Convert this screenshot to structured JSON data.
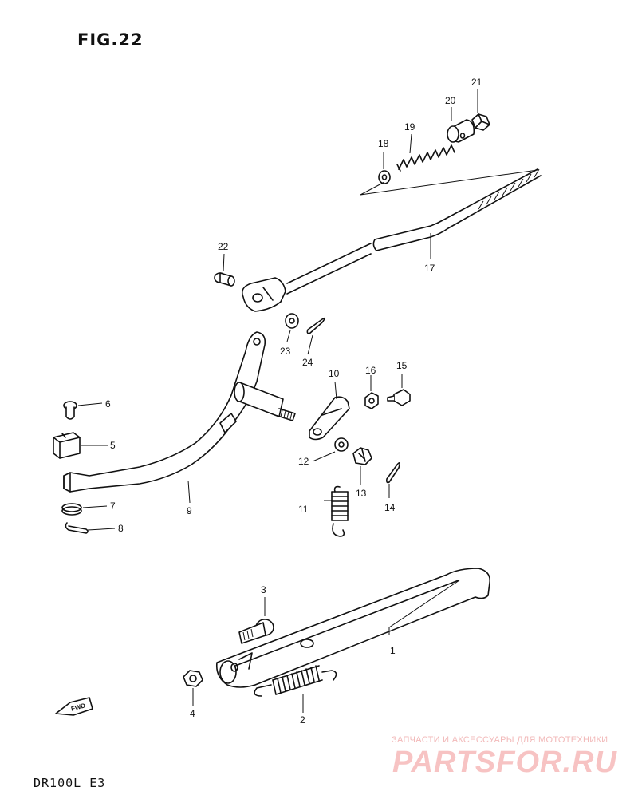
{
  "figure": {
    "title": "FIG.22",
    "model": "DR100L  E3"
  },
  "watermark": {
    "subtitle": "ЗАПЧАСТИ И АКСЕССУАРЫ ДЛЯ МОТОТЕХНИКИ",
    "brand": "PARTSFOR.RU"
  },
  "fwd_label": "FWD",
  "callouts": [
    {
      "id": "c1",
      "label": "1"
    },
    {
      "id": "c2",
      "label": "2"
    },
    {
      "id": "c3",
      "label": "3"
    },
    {
      "id": "c4",
      "label": "4"
    },
    {
      "id": "c5",
      "label": "5"
    },
    {
      "id": "c6",
      "label": "6"
    },
    {
      "id": "c7",
      "label": "7"
    },
    {
      "id": "c8",
      "label": "8"
    },
    {
      "id": "c9",
      "label": "9"
    },
    {
      "id": "c10",
      "label": "10"
    },
    {
      "id": "c11",
      "label": "11"
    },
    {
      "id": "c12",
      "label": "12"
    },
    {
      "id": "c13",
      "label": "13"
    },
    {
      "id": "c14",
      "label": "14"
    },
    {
      "id": "c15",
      "label": "15"
    },
    {
      "id": "c16",
      "label": "16"
    },
    {
      "id": "c17",
      "label": "17"
    },
    {
      "id": "c18",
      "label": "18"
    },
    {
      "id": "c19",
      "label": "19"
    },
    {
      "id": "c20",
      "label": "20"
    },
    {
      "id": "c21",
      "label": "21"
    },
    {
      "id": "c22",
      "label": "22"
    },
    {
      "id": "c23",
      "label": "23"
    },
    {
      "id": "c24",
      "label": "24"
    }
  ]
}
